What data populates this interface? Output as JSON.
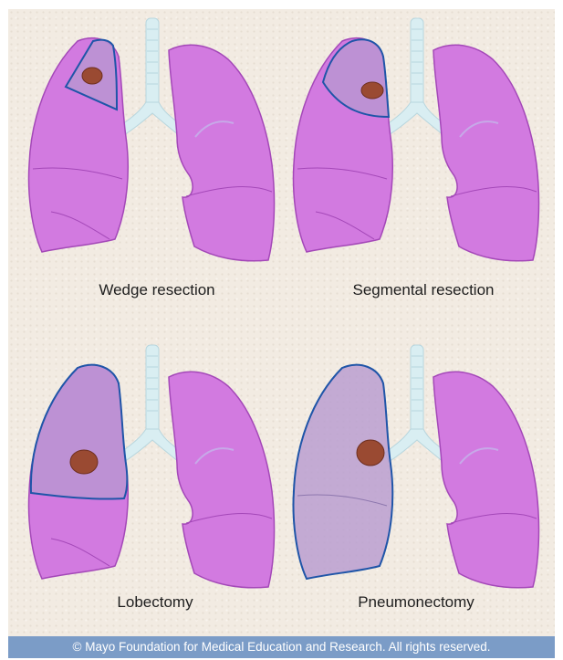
{
  "panels": [
    {
      "label": "Wedge resection"
    },
    {
      "label": "Segmental resection"
    },
    {
      "label": "Lobectomy"
    },
    {
      "label": "Pneumonectomy"
    }
  ],
  "copyright": "© Mayo Foundation for Medical Education and Research.  All rights reserved.",
  "colors": {
    "lung": "#d27ae0",
    "lung_dark": "#a448b8",
    "highlight": "#b69ad0",
    "outline": "#1f55a8",
    "tumor": "#9a4a32",
    "trachea": "#d9eef2",
    "footer": "#7b9cc7"
  },
  "icons": [
    "lung-illustration",
    "tumor",
    "trachea"
  ]
}
